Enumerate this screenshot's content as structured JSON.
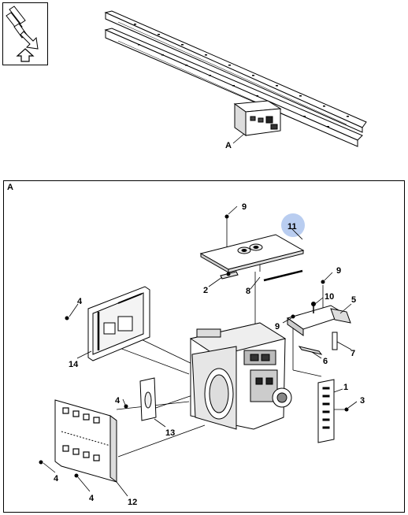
{
  "overview": {
    "callout_label": "A"
  },
  "detail": {
    "frame_label": "A",
    "callouts": {
      "c1": "1",
      "c2": "2",
      "c3": "3",
      "c4a": "4",
      "c4b": "4",
      "c4c": "4",
      "c4d": "4",
      "c5": "5",
      "c6": "6",
      "c7": "7",
      "c8": "8",
      "c9a": "9",
      "c9b": "9",
      "c9c": "9",
      "c10": "10",
      "c11": "11",
      "c12": "12",
      "c13": "13",
      "c14": "14"
    },
    "highlight_color": "#b9cdf0"
  },
  "icons": [
    "orientation-arrows-icon",
    "up-arrow-icon"
  ]
}
